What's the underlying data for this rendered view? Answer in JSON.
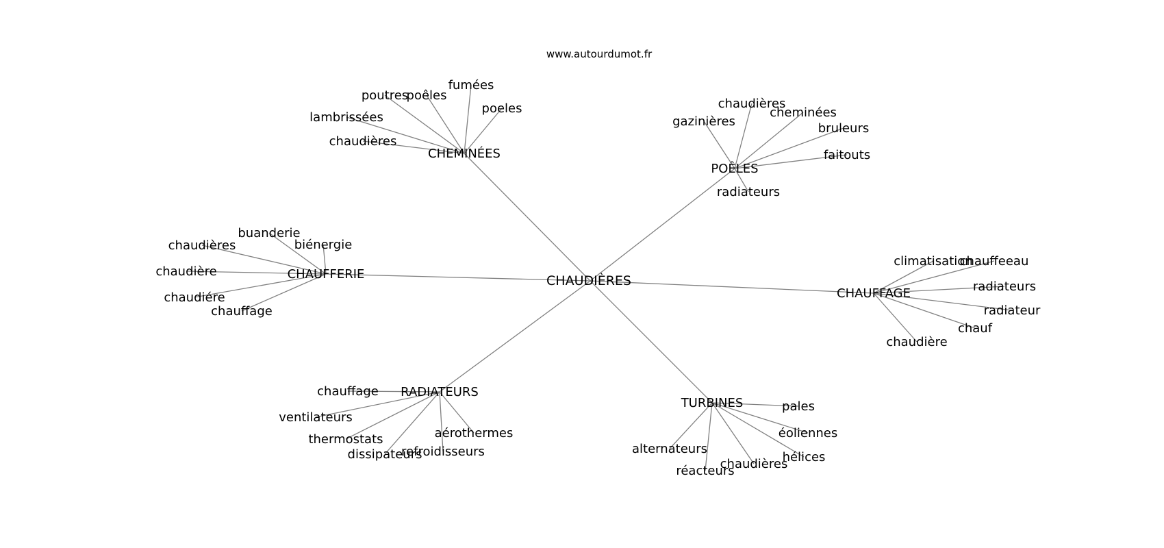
{
  "header": {
    "site": "www.autourdumot.fr"
  },
  "graph": {
    "root": "CHAUDIÈRES",
    "clusters": [
      {
        "label": "CHEMINÉES",
        "leaves": [
          "poutres",
          "poêles",
          "fumées",
          "poeles",
          "lambrissées",
          "chaudières"
        ]
      },
      {
        "label": "POÊLES",
        "leaves": [
          "chaudières",
          "cheminées",
          "gazinières",
          "bruleurs",
          "faitouts",
          "radiateurs"
        ]
      },
      {
        "label": "CHAUFFERIE",
        "leaves": [
          "buanderie",
          "chaudières",
          "biénergie",
          "chaudière",
          "chaudiére",
          "chauffage"
        ]
      },
      {
        "label": "CHAUFFAGE",
        "leaves": [
          "climatisation",
          "chauffeeau",
          "radiateurs",
          "radiateur",
          "chauf",
          "chaudière"
        ]
      },
      {
        "label": "RADIATEURS",
        "leaves": [
          "chauffage",
          "ventilateurs",
          "thermostats",
          "aérothermes",
          "refroidisseurs",
          "dissipateurs"
        ]
      },
      {
        "label": "TURBINES",
        "leaves": [
          "pales",
          "éoliennes",
          "alternateurs",
          "hélices",
          "chaudières",
          "réacteurs"
        ]
      }
    ]
  }
}
